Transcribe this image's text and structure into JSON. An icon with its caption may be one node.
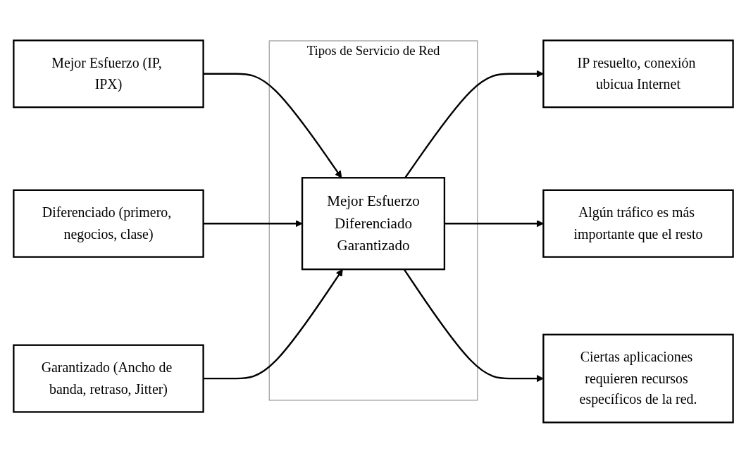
{
  "diagram": {
    "nodes": [
      {
        "text": [
          "Mejor Esfuerzo (IP, IPX)"
        ]
      },
      {
        "text": [
          "Diferenciado (primero, negocios, clase)"
        ]
      },
      {
        "text": [
          "Garantizado (Ancho de banda, retraso, Jitter)"
        ]
      },
      {
        "text": [
          "Tipos de Servicio de Red"
        ]
      },
      {
        "text": [
          "Mejor Esfuerzo",
          "Diferenciado",
          "Garantizado"
        ],
        "in": 3
      },
      {
        "text": [
          "IP resuelto, conexión ubicua Internet"
        ]
      },
      {
        "text": [
          "Algún tráfico es más importante que el resto"
        ]
      },
      {
        "text": [
          "Ciertas aplicaciones requieren recursos específicos de la red."
        ]
      }
    ],
    "edges": [
      {
        "from": 0,
        "to": 4,
        "arrow": "to"
      },
      {
        "from": 1,
        "to": 4,
        "arrow": "to"
      },
      {
        "from": 2,
        "to": 4,
        "arrow": "to"
      },
      {
        "from": 4,
        "to": 5,
        "arrow": "to"
      },
      {
        "from": 4,
        "to": 6,
        "arrow": "to"
      },
      {
        "from": 4,
        "to": 7,
        "arrow": "to"
      }
    ]
  }
}
